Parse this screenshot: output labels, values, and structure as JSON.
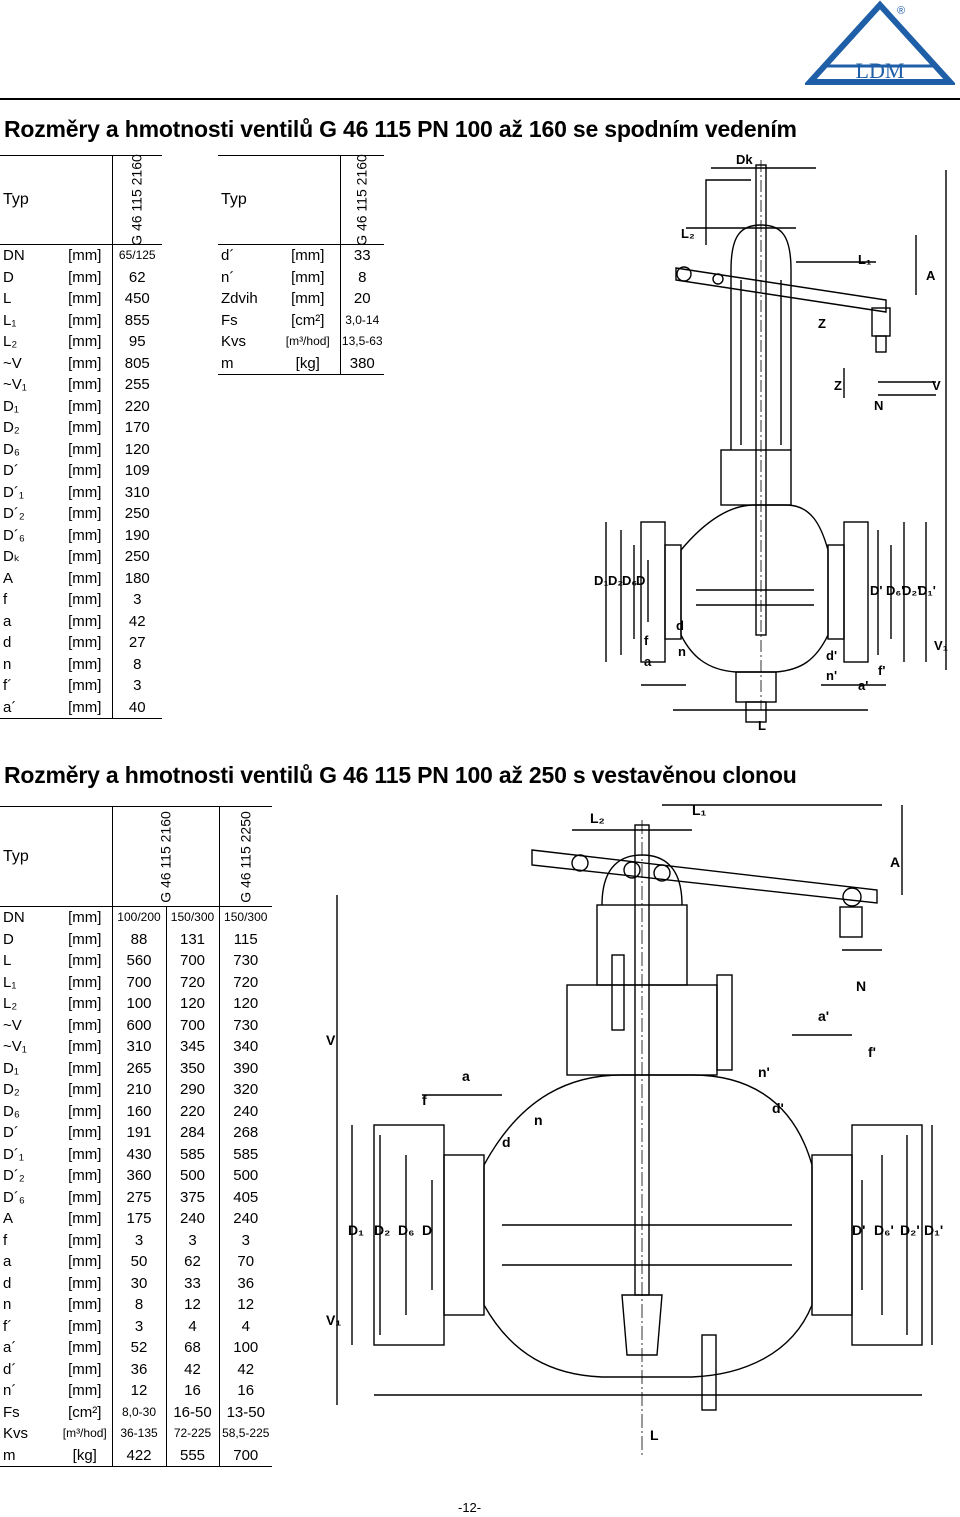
{
  "logo": {
    "text": "LDM",
    "registered": "®"
  },
  "section1": {
    "title": "Rozměry a hmotnosti ventilů G 46 115 PN 100 až 160 se spodním vedením",
    "table_main": {
      "header_label": "Typ",
      "model": "G 46 115 2160",
      "rows": [
        {
          "p": "DN",
          "u": "[mm]",
          "v": "65/125"
        },
        {
          "p": "D",
          "u": "[mm]",
          "v": "62"
        },
        {
          "p": "L",
          "u": "[mm]",
          "v": "450"
        },
        {
          "p": "L₁",
          "u": "[mm]",
          "v": "855"
        },
        {
          "p": "L₂",
          "u": "[mm]",
          "v": "95"
        },
        {
          "p": "~V",
          "u": "[mm]",
          "v": "805"
        },
        {
          "p": "~V₁",
          "u": "[mm]",
          "v": "255"
        },
        {
          "p": "D₁",
          "u": "[mm]",
          "v": "220"
        },
        {
          "p": "D₂",
          "u": "[mm]",
          "v": "170"
        },
        {
          "p": "D₆",
          "u": "[mm]",
          "v": "120"
        },
        {
          "p": "D´",
          "u": "[mm]",
          "v": "109"
        },
        {
          "p": "D´₁",
          "u": "[mm]",
          "v": "310"
        },
        {
          "p": "D´₂",
          "u": "[mm]",
          "v": "250"
        },
        {
          "p": "D´₆",
          "u": "[mm]",
          "v": "190"
        },
        {
          "p": "Dₖ",
          "u": "[mm]",
          "v": "250"
        },
        {
          "p": "A",
          "u": "[mm]",
          "v": "180"
        },
        {
          "p": "f",
          "u": "[mm]",
          "v": "3"
        },
        {
          "p": "a",
          "u": "[mm]",
          "v": "42"
        },
        {
          "p": "d",
          "u": "[mm]",
          "v": "27"
        },
        {
          "p": "n",
          "u": "[mm]",
          "v": "8"
        },
        {
          "p": "f´",
          "u": "[mm]",
          "v": "3"
        },
        {
          "p": "a´",
          "u": "[mm]",
          "v": "40"
        }
      ]
    },
    "table_side": {
      "header_label": "Typ",
      "model": "G 46 115 2160",
      "rows": [
        {
          "p": "d´",
          "u": "[mm]",
          "v": "33"
        },
        {
          "p": "n´",
          "u": "[mm]",
          "v": "8"
        },
        {
          "p": "Zdvih",
          "u": "[mm]",
          "v": "20"
        },
        {
          "p": "Fs",
          "u": "[cm²]",
          "v": "3,0-14"
        },
        {
          "p": "Kvs",
          "u": "[m³/hod]",
          "v": "13,5-63"
        },
        {
          "p": "m",
          "u": "[kg]",
          "v": "380"
        }
      ]
    },
    "drawing_labels": {
      "Dk": "Dk",
      "L2": "L₂",
      "L1": "L₁",
      "A": "A",
      "Z": "Z",
      "V": "V",
      "N": "N",
      "D1": "D₁",
      "D2": "D₂",
      "D6": "D₆",
      "D": "D",
      "Dp": "D'",
      "D6p": "D₆'",
      "D2p": "D₂'",
      "D1p": "D₁'",
      "f": "f",
      "a": "a",
      "n": "n",
      "d": "d",
      "dp": "d'",
      "np": "n'",
      "ap": "a'",
      "fp": "f'",
      "V1": "V₁",
      "L": "L"
    }
  },
  "section2": {
    "title": "Rozměry a hmotnosti ventilů G 46 115 PN 100 až 250 s vestavěnou clonou",
    "table": {
      "header_label": "Typ",
      "models": [
        "G 46 115 2160",
        "G 46 115 2250"
      ],
      "rows": [
        {
          "p": "DN",
          "u": "[mm]",
          "v": [
            "100/200",
            "150/300",
            "150/300"
          ]
        },
        {
          "p": "D",
          "u": "[mm]",
          "v": [
            "88",
            "131",
            "115"
          ]
        },
        {
          "p": "L",
          "u": "[mm]",
          "v": [
            "560",
            "700",
            "730"
          ]
        },
        {
          "p": "L₁",
          "u": "[mm]",
          "v": [
            "700",
            "720",
            "720"
          ]
        },
        {
          "p": "L₂",
          "u": "[mm]",
          "v": [
            "100",
            "120",
            "120"
          ]
        },
        {
          "p": "~V",
          "u": "[mm]",
          "v": [
            "600",
            "700",
            "730"
          ]
        },
        {
          "p": "~V₁",
          "u": "[mm]",
          "v": [
            "310",
            "345",
            "340"
          ]
        },
        {
          "p": "D₁",
          "u": "[mm]",
          "v": [
            "265",
            "350",
            "390"
          ]
        },
        {
          "p": "D₂",
          "u": "[mm]",
          "v": [
            "210",
            "290",
            "320"
          ]
        },
        {
          "p": "D₆",
          "u": "[mm]",
          "v": [
            "160",
            "220",
            "240"
          ]
        },
        {
          "p": "D´",
          "u": "[mm]",
          "v": [
            "191",
            "284",
            "268"
          ]
        },
        {
          "p": "D´₁",
          "u": "[mm]",
          "v": [
            "430",
            "585",
            "585"
          ]
        },
        {
          "p": "D´₂",
          "u": "[mm]",
          "v": [
            "360",
            "500",
            "500"
          ]
        },
        {
          "p": "D´₆",
          "u": "[mm]",
          "v": [
            "275",
            "375",
            "405"
          ]
        },
        {
          "p": "A",
          "u": "[mm]",
          "v": [
            "175",
            "240",
            "240"
          ]
        },
        {
          "p": "f",
          "u": "[mm]",
          "v": [
            "3",
            "3",
            "3"
          ]
        },
        {
          "p": "a",
          "u": "[mm]",
          "v": [
            "50",
            "62",
            "70"
          ]
        },
        {
          "p": "d",
          "u": "[mm]",
          "v": [
            "30",
            "33",
            "36"
          ]
        },
        {
          "p": "n",
          "u": "[mm]",
          "v": [
            "8",
            "12",
            "12"
          ]
        },
        {
          "p": "f´",
          "u": "[mm]",
          "v": [
            "3",
            "4",
            "4"
          ]
        },
        {
          "p": "a´",
          "u": "[mm]",
          "v": [
            "52",
            "68",
            "100"
          ]
        },
        {
          "p": "d´",
          "u": "[mm]",
          "v": [
            "36",
            "42",
            "42"
          ]
        },
        {
          "p": "n´",
          "u": "[mm]",
          "v": [
            "12",
            "16",
            "16"
          ]
        },
        {
          "p": "Fs",
          "u": "[cm²]",
          "v": [
            "8,0-30",
            "16-50",
            "13-50"
          ]
        },
        {
          "p": "Kvs",
          "u": "[m³/hod]",
          "v": [
            "36-135",
            "72-225",
            "58,5-225"
          ]
        },
        {
          "p": "m",
          "u": "[kg]",
          "v": [
            "422",
            "555",
            "700"
          ]
        }
      ]
    },
    "drawing_labels": {
      "L2": "L₂",
      "L1": "L₁",
      "A": "A",
      "N": "N",
      "ap": "a'",
      "fp": "f'",
      "np": "n'",
      "dp": "d'",
      "V": "V",
      "a": "a",
      "f": "f",
      "n": "n",
      "d": "d",
      "D1": "D₁",
      "D2": "D₂",
      "D6": "D₆",
      "D": "D",
      "Dp": "D'",
      "D6p": "D₆'",
      "D2p": "D₂'",
      "D1p": "D₁'",
      "V1": "V₁",
      "L": "L"
    }
  },
  "page_number": "-12-"
}
